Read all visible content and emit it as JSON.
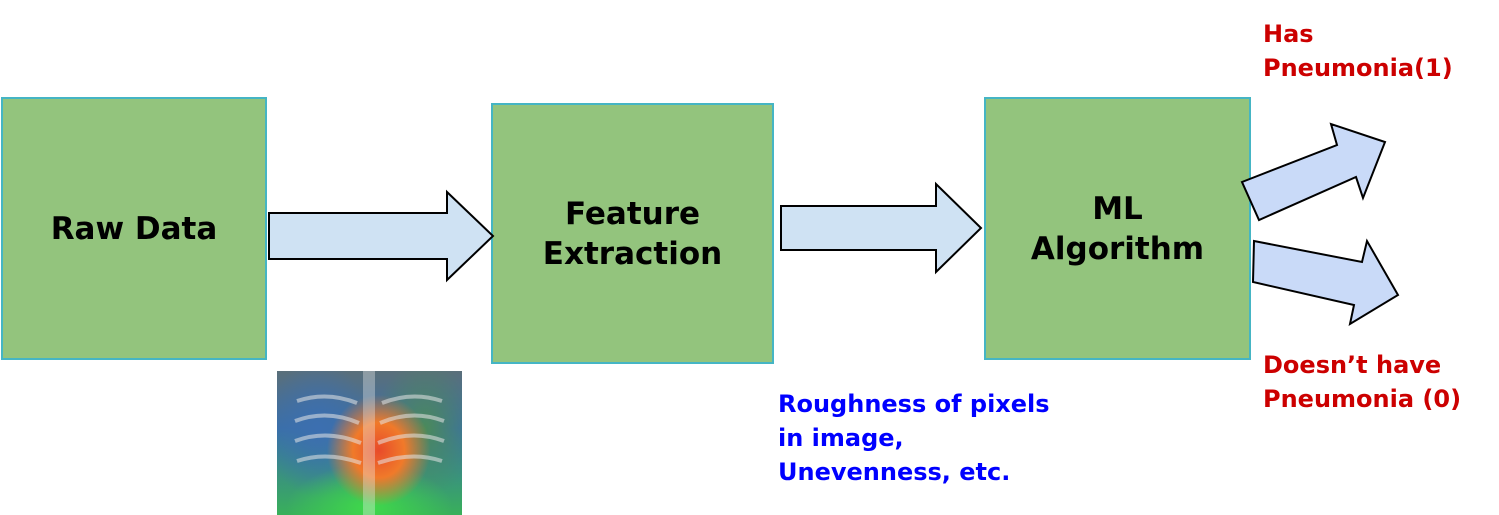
{
  "nodes": {
    "raw_data": "Raw Data",
    "feature_extraction": "Feature\nExtraction",
    "ml_algorithm": "ML\nAlgorithm"
  },
  "feature_caption": "Roughness of pixels\nin image,\nUnevenness, etc.",
  "outputs": {
    "positive": "Has\nPneumonia(1)",
    "negative": "Doesn’t have\nPneumonia (0)"
  },
  "colors": {
    "box_fill": "#93c47d",
    "box_border": "#45b5c4",
    "arrow_fill": "#cfe2f3",
    "output_arrow_fill": "#c9daf8",
    "caption": "#0000ff",
    "output_text": "#cc0000"
  }
}
